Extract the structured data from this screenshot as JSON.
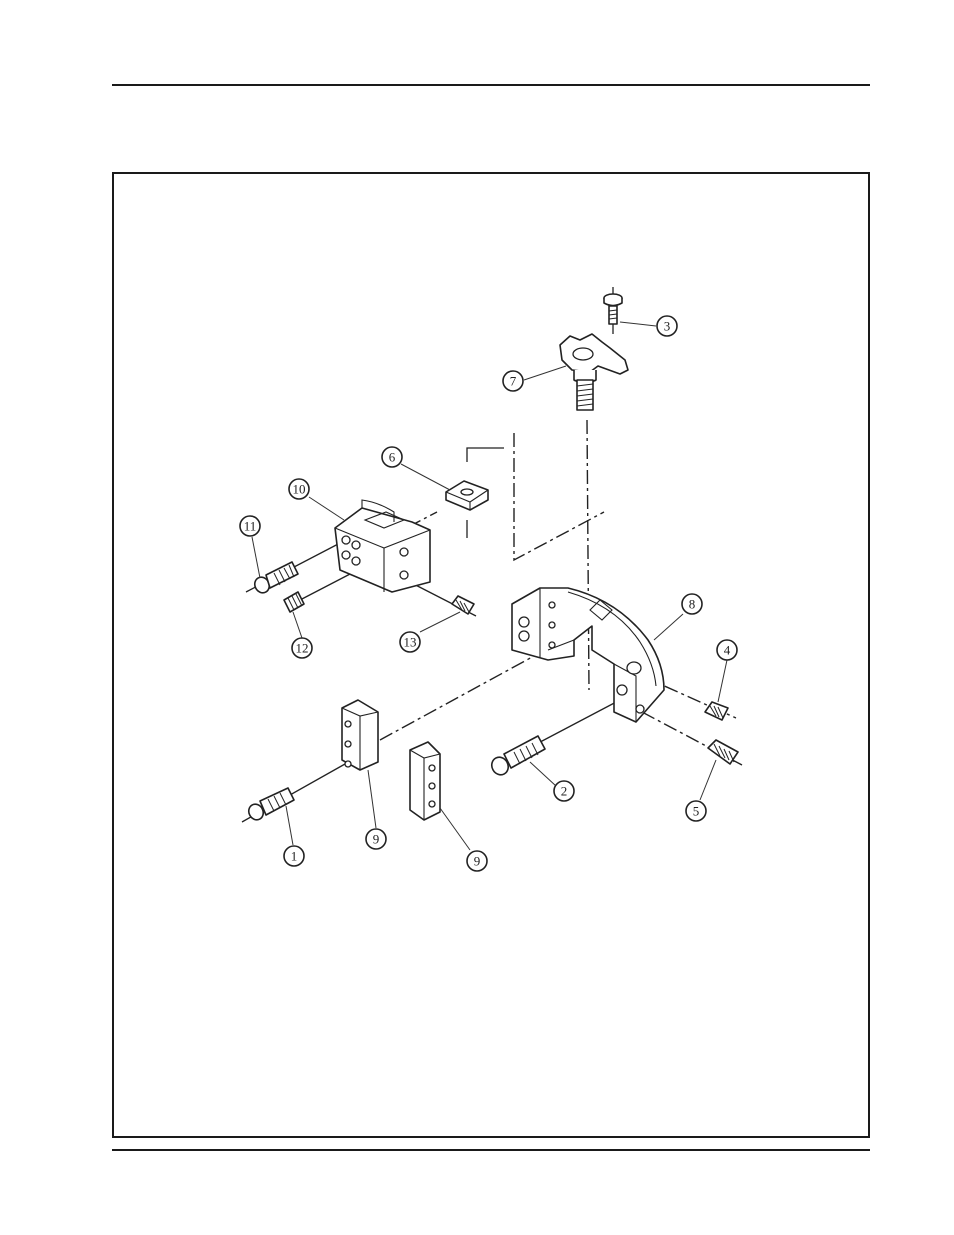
{
  "callouts": [
    {
      "id": "1",
      "label": "1"
    },
    {
      "id": "2",
      "label": "2"
    },
    {
      "id": "3",
      "label": "3"
    },
    {
      "id": "4",
      "label": "4"
    },
    {
      "id": "5",
      "label": "5"
    },
    {
      "id": "6",
      "label": "6"
    },
    {
      "id": "7",
      "label": "7"
    },
    {
      "id": "8",
      "label": "8"
    },
    {
      "id": "9a",
      "label": "9"
    },
    {
      "id": "9b",
      "label": "9"
    },
    {
      "id": "10",
      "label": "10"
    },
    {
      "id": "11",
      "label": "11"
    },
    {
      "id": "12",
      "label": "12"
    },
    {
      "id": "13",
      "label": "13"
    }
  ]
}
